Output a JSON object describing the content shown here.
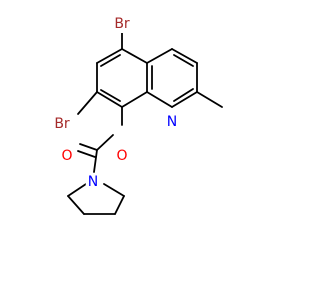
{
  "molecule": {
    "atom_labels": {
      "br_top": "Br",
      "br_left": "Br",
      "nitrogen_ring": "N",
      "oxygen_ester": "O",
      "oxygen_carbonyl": "O",
      "nitrogen_pyrrolidine": "N"
    },
    "colors": {
      "bond": "#000000",
      "bromine": "#a52a2a",
      "nitrogen": "#0000ff",
      "oxygen": "#ff0000"
    }
  }
}
